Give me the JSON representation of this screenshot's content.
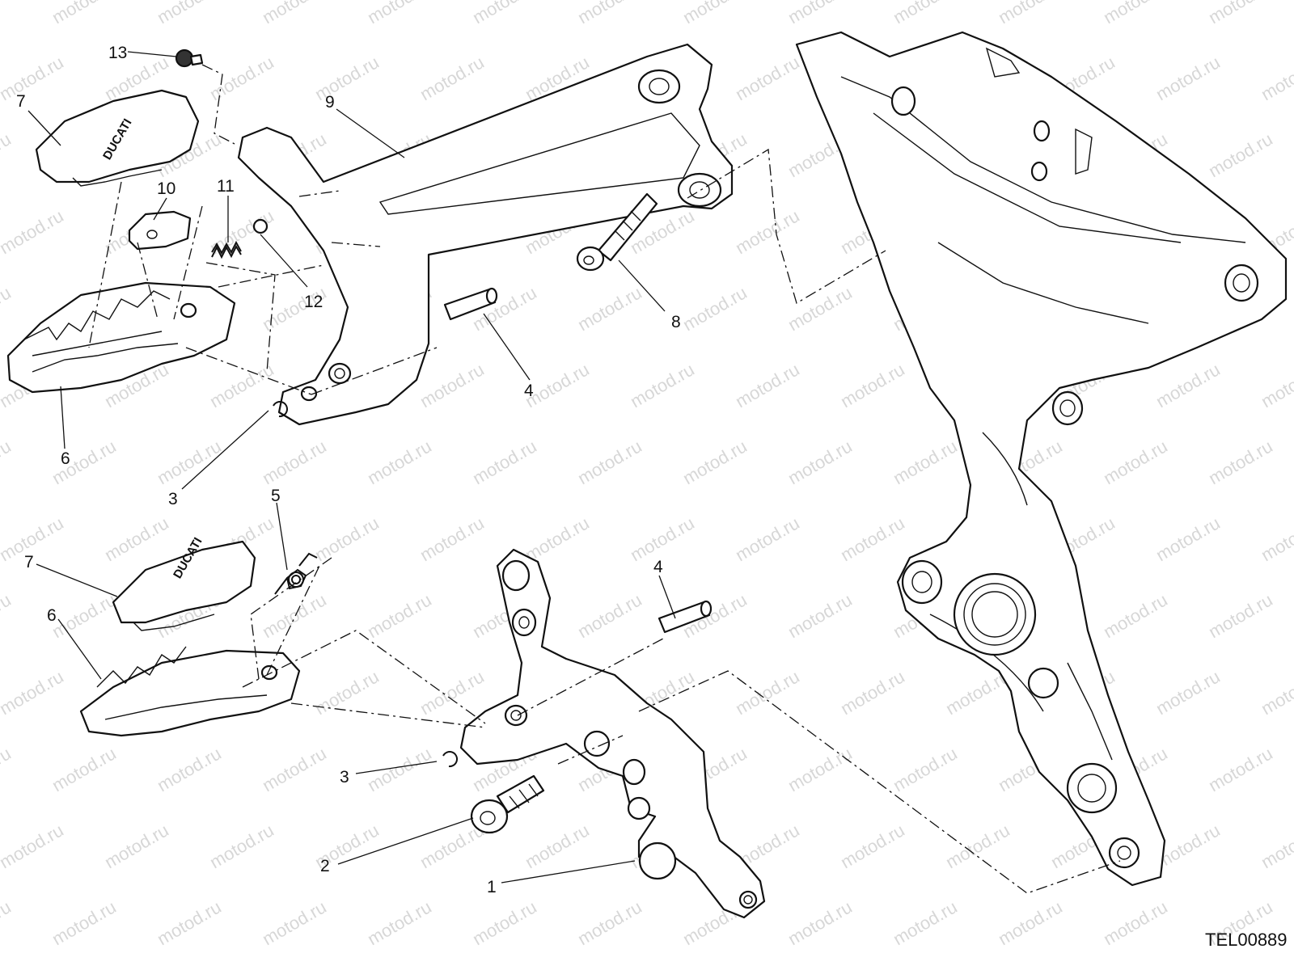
{
  "drawing": {
    "reference_code": "TEL00889",
    "watermark": "motod.ru",
    "brand_mark": "DUCATI"
  },
  "callouts": {
    "c1": "1",
    "c2": "2",
    "c3a": "3",
    "c3b": "3",
    "c4a": "4",
    "c4b": "4",
    "c5": "5",
    "c6a": "6",
    "c6b": "6",
    "c7a": "7",
    "c7b": "7",
    "c8": "8",
    "c9": "9",
    "c10": "10",
    "c11": "11",
    "c12": "12",
    "c13": "13"
  }
}
